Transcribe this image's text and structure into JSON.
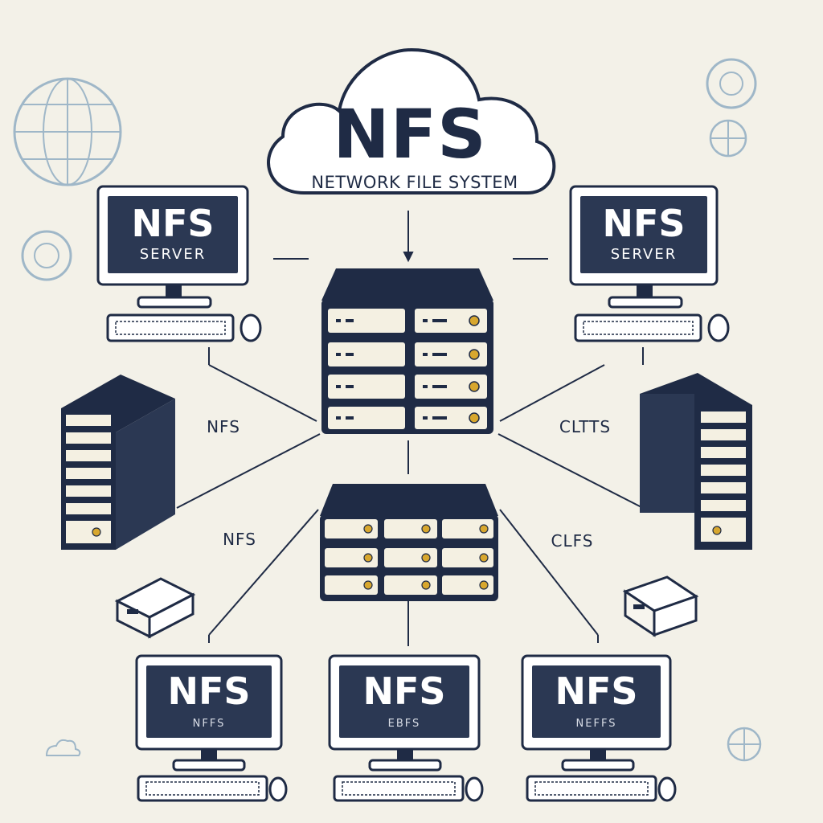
{
  "cloud": {
    "title": "NFS",
    "subtitle": "NETWORK FILE SYSTEM"
  },
  "servers": [
    {
      "title": "NFS",
      "subtitle": "SERVER"
    },
    {
      "title": "NFS",
      "subtitle": "SERVER"
    }
  ],
  "clients": [
    {
      "title": "NFS",
      "subtitle": "NFFS"
    },
    {
      "title": "NFS",
      "subtitle": "EBFS"
    },
    {
      "title": "NFS",
      "subtitle": "NEFFS"
    }
  ],
  "link_labels": {
    "left_upper": "NFS",
    "left_lower": "NFS",
    "right_upper": "CLTTS",
    "right_lower": "CLFS"
  },
  "colors": {
    "background": "#f3f1e8",
    "dark": "#1f2b45",
    "screen": "#2b3853",
    "led": "#d8a72e",
    "decor": "#9fb7c8"
  }
}
